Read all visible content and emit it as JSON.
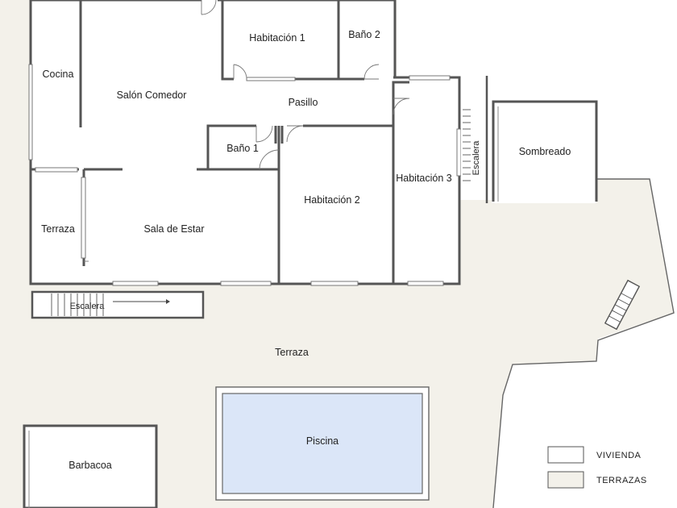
{
  "rooms": {
    "cocina": "Cocina",
    "salon_comedor": "Salón Comedor",
    "habitacion_1": "Habitación 1",
    "bano_2": "Baño 2",
    "pasillo": "Pasillo",
    "bano_1": "Baño 1",
    "habitacion_2": "Habitación 2",
    "habitacion_3": "Habitación 3",
    "terraza_small": "Terraza",
    "sala_de_estar": "Sala de Estar",
    "escalera_bottom": "Escalera",
    "escalera_right": "Escalera",
    "sombreado": "Sombreado",
    "terraza_main": "Terraza",
    "piscina": "Piscina",
    "barbacoa": "Barbacoa"
  },
  "legend": {
    "vivienda": "VIVIENDA",
    "terrazas": "TERRAZAS"
  },
  "colors": {
    "vivienda_fill": "#ffffff",
    "terrazas_fill": "#f3f1ea",
    "piscina_fill": "#dbe6f8",
    "wall": "#555555"
  }
}
